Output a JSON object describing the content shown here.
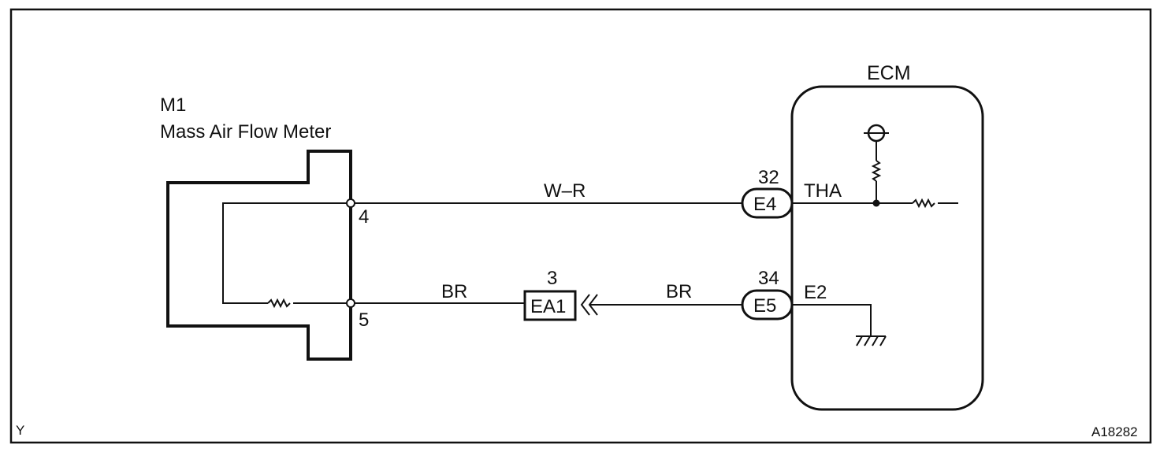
{
  "component": {
    "id": "M1",
    "name": "Mass Air Flow Meter",
    "pin_top": "4",
    "pin_bottom": "5"
  },
  "ecm": {
    "label": "ECM",
    "connector_top": {
      "id": "E4",
      "pin": "32",
      "signal": "THA"
    },
    "connector_bottom": {
      "id": "E5",
      "pin": "34",
      "signal": "E2"
    }
  },
  "wires": {
    "top": "W–R",
    "bottom_left": "BR",
    "bottom_right": "BR"
  },
  "junction": {
    "id": "EA1",
    "pin": "3"
  },
  "corner_left": "Y",
  "figure_id": "A18282"
}
